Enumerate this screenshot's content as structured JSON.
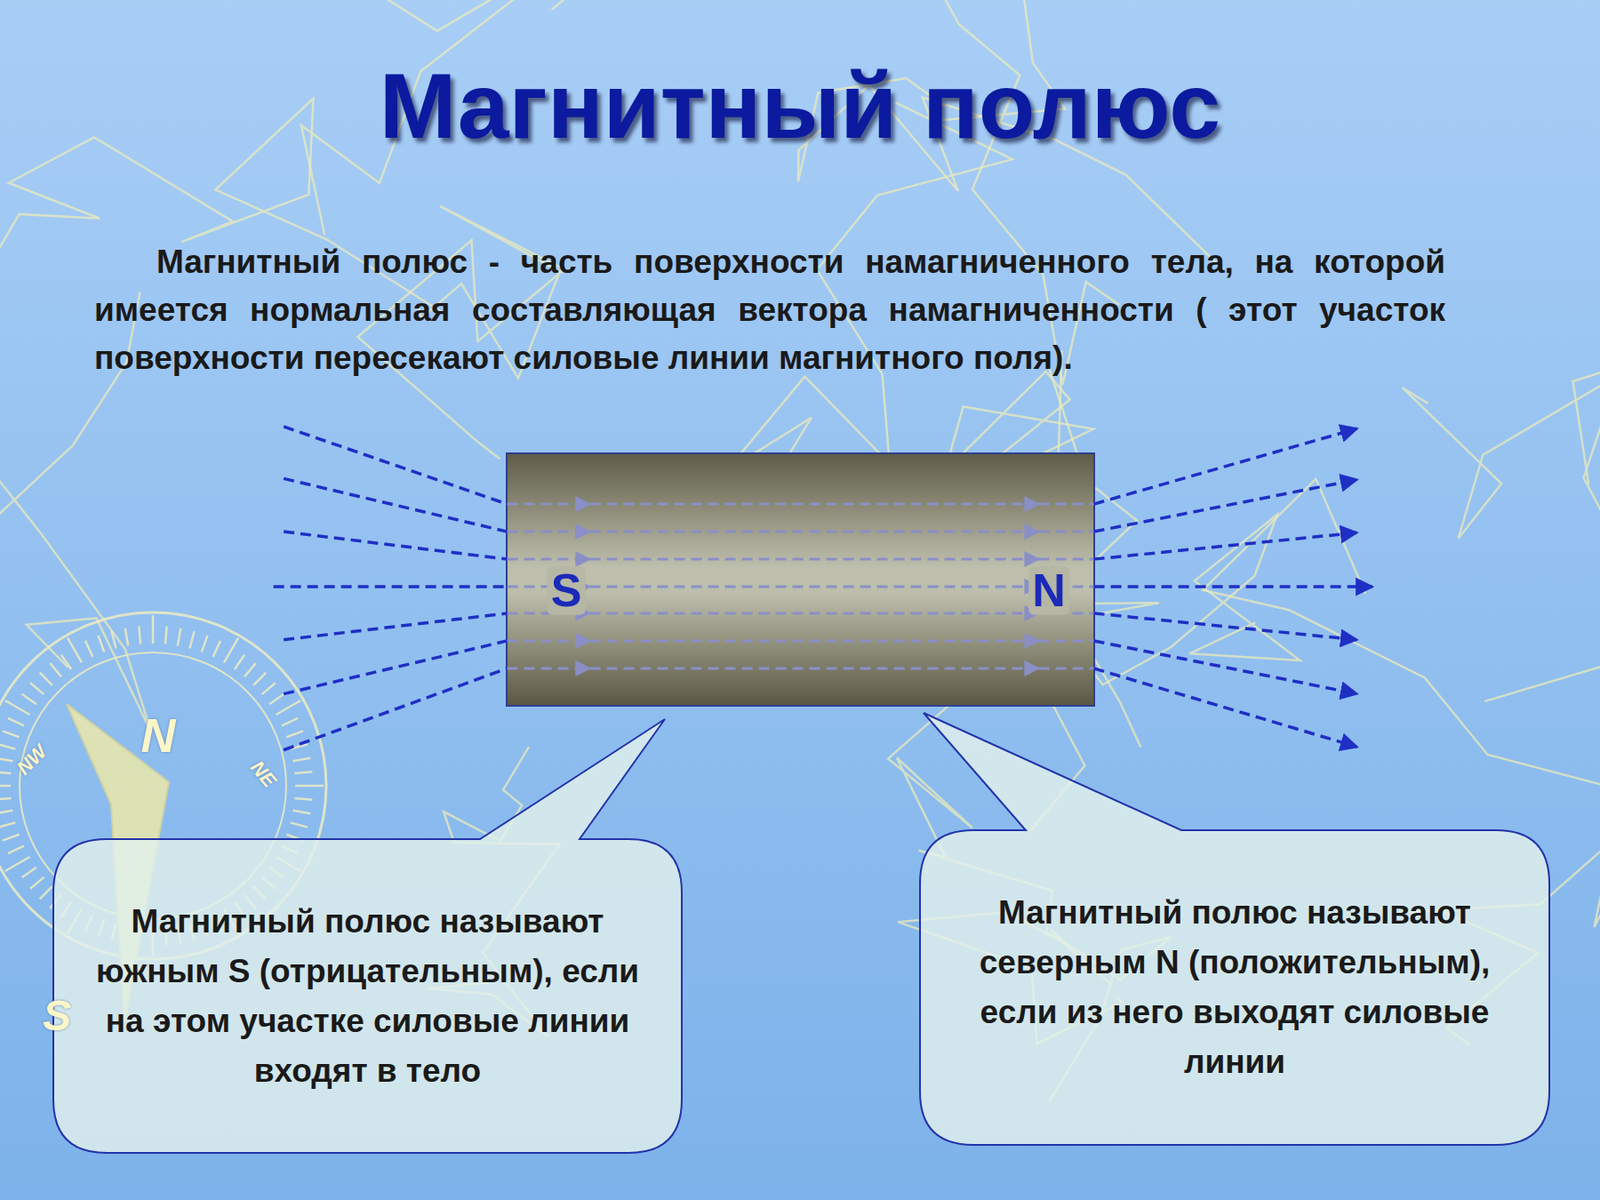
{
  "diagram": {
    "title": "Магнитный полюс",
    "nodes": [
      {
        "text": [
          "Магнитный полюс - часть поверхности намагниченного тела, на которой имеется нормальная составляющая вектора намагниченности ( этот участок поверхности пересекают силовые линии магнитного поля)."
        ]
      },
      {
        "text": [
          "S",
          "N"
        ]
      },
      {
        "text": [
          "Магнитный полюс называют южным S (отрицательным), если на этом участке силовые линии входят в тело"
        ]
      },
      {
        "text": [
          "Магнитный полюс называют северным N (положительным), если из него выходят силовые линии"
        ]
      }
    ],
    "labels": [
      "N",
      "NW",
      "NE",
      "S"
    ]
  }
}
